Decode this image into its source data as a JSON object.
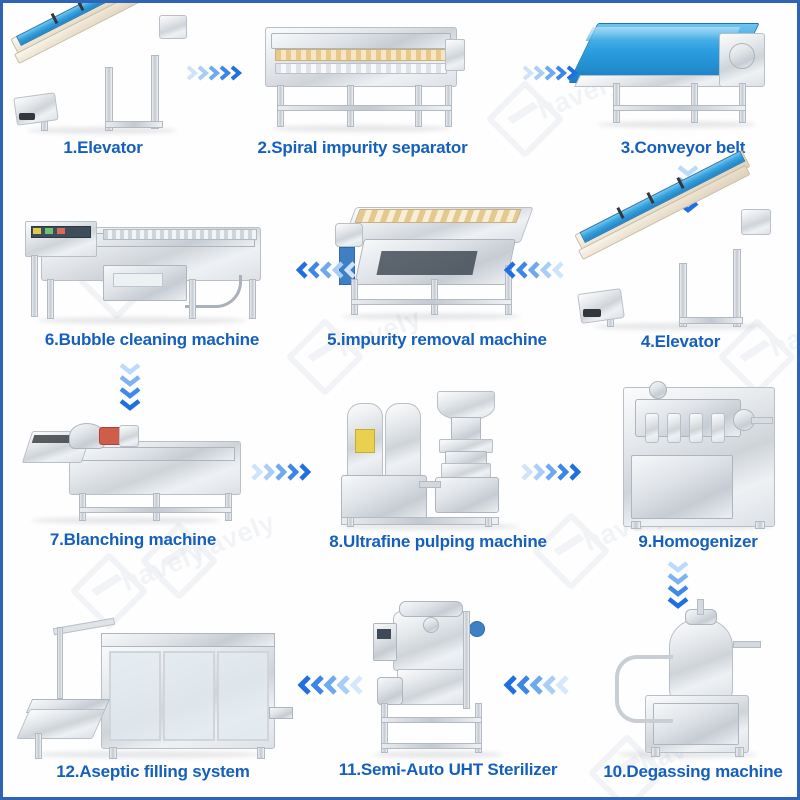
{
  "meta": {
    "title": "Fruit and Vegetable Juice Production Line Flow Chart",
    "border_color": "#2f63b5",
    "label_color": "#1560bd",
    "arrow_color_dark": "#1f6fe0",
    "arrow_color_light": "#cfe3fb",
    "background": "#ffffff"
  },
  "watermark": {
    "text": "havely",
    "icon": "diamond-logo-icon",
    "color": "#e6eaef"
  },
  "steps": [
    {
      "number": "1",
      "label": "1.Elevator",
      "machine": "inclined-belt-elevator",
      "row": 1,
      "col": 1
    },
    {
      "number": "2",
      "label": "2.Spiral impurity separator",
      "machine": "spiral-impurity-separator",
      "row": 1,
      "col": 2
    },
    {
      "number": "3",
      "label": "3.Conveyor belt",
      "machine": "flat-conveyor-belt",
      "row": 1,
      "col": 3
    },
    {
      "number": "6",
      "label": "6.Bubble cleaning machine",
      "machine": "bubble-cleaning-machine",
      "row": 2,
      "col": 1
    },
    {
      "number": "5",
      "label": "5.impurity removal machine",
      "machine": "impurity-removal-machine",
      "row": 2,
      "col": 2
    },
    {
      "number": "4",
      "label": "4.Elevator",
      "machine": "inclined-belt-elevator",
      "row": 2,
      "col": 3
    },
    {
      "number": "7",
      "label": "7.Blanching machine",
      "machine": "blanching-machine",
      "row": 3,
      "col": 1
    },
    {
      "number": "8",
      "label": "8.Ultrafine pulping machine",
      "machine": "ultrafine-pulping-machine",
      "row": 3,
      "col": 2
    },
    {
      "number": "9",
      "label": "9.Homogenizer",
      "machine": "homogenizer",
      "row": 3,
      "col": 3
    },
    {
      "number": "12",
      "label": "12.Aseptic filling system",
      "machine": "aseptic-filling-system",
      "row": 4,
      "col": 1
    },
    {
      "number": "11",
      "label": "11.Semi-Auto UHT Sterilizer",
      "machine": "semi-auto-uht-sterilizer",
      "row": 4,
      "col": 2
    },
    {
      "number": "10",
      "label": "10.Degassing machine",
      "machine": "degassing-machine",
      "row": 4,
      "col": 3
    }
  ],
  "arrows": [
    {
      "id": "a1",
      "from": "1",
      "to": "2",
      "direction": "right",
      "chevrons": 5
    },
    {
      "id": "a2",
      "from": "2",
      "to": "3",
      "direction": "right",
      "chevrons": 5
    },
    {
      "id": "a3",
      "from": "3",
      "to": "4",
      "direction": "down",
      "chevrons": 4
    },
    {
      "id": "a4",
      "from": "4",
      "to": "5",
      "direction": "left",
      "chevrons": 5
    },
    {
      "id": "a5",
      "from": "5",
      "to": "6",
      "direction": "left",
      "chevrons": 5
    },
    {
      "id": "a6",
      "from": "6",
      "to": "7",
      "direction": "down",
      "chevrons": 4
    },
    {
      "id": "a7",
      "from": "7",
      "to": "8",
      "direction": "right",
      "chevrons": 5
    },
    {
      "id": "a8",
      "from": "8",
      "to": "9",
      "direction": "right",
      "chevrons": 5
    },
    {
      "id": "a9",
      "from": "9",
      "to": "10",
      "direction": "down",
      "chevrons": 4
    },
    {
      "id": "a10",
      "from": "10",
      "to": "11",
      "direction": "left",
      "chevrons": 5
    },
    {
      "id": "a11",
      "from": "11",
      "to": "12",
      "direction": "left",
      "chevrons": 5
    }
  ]
}
